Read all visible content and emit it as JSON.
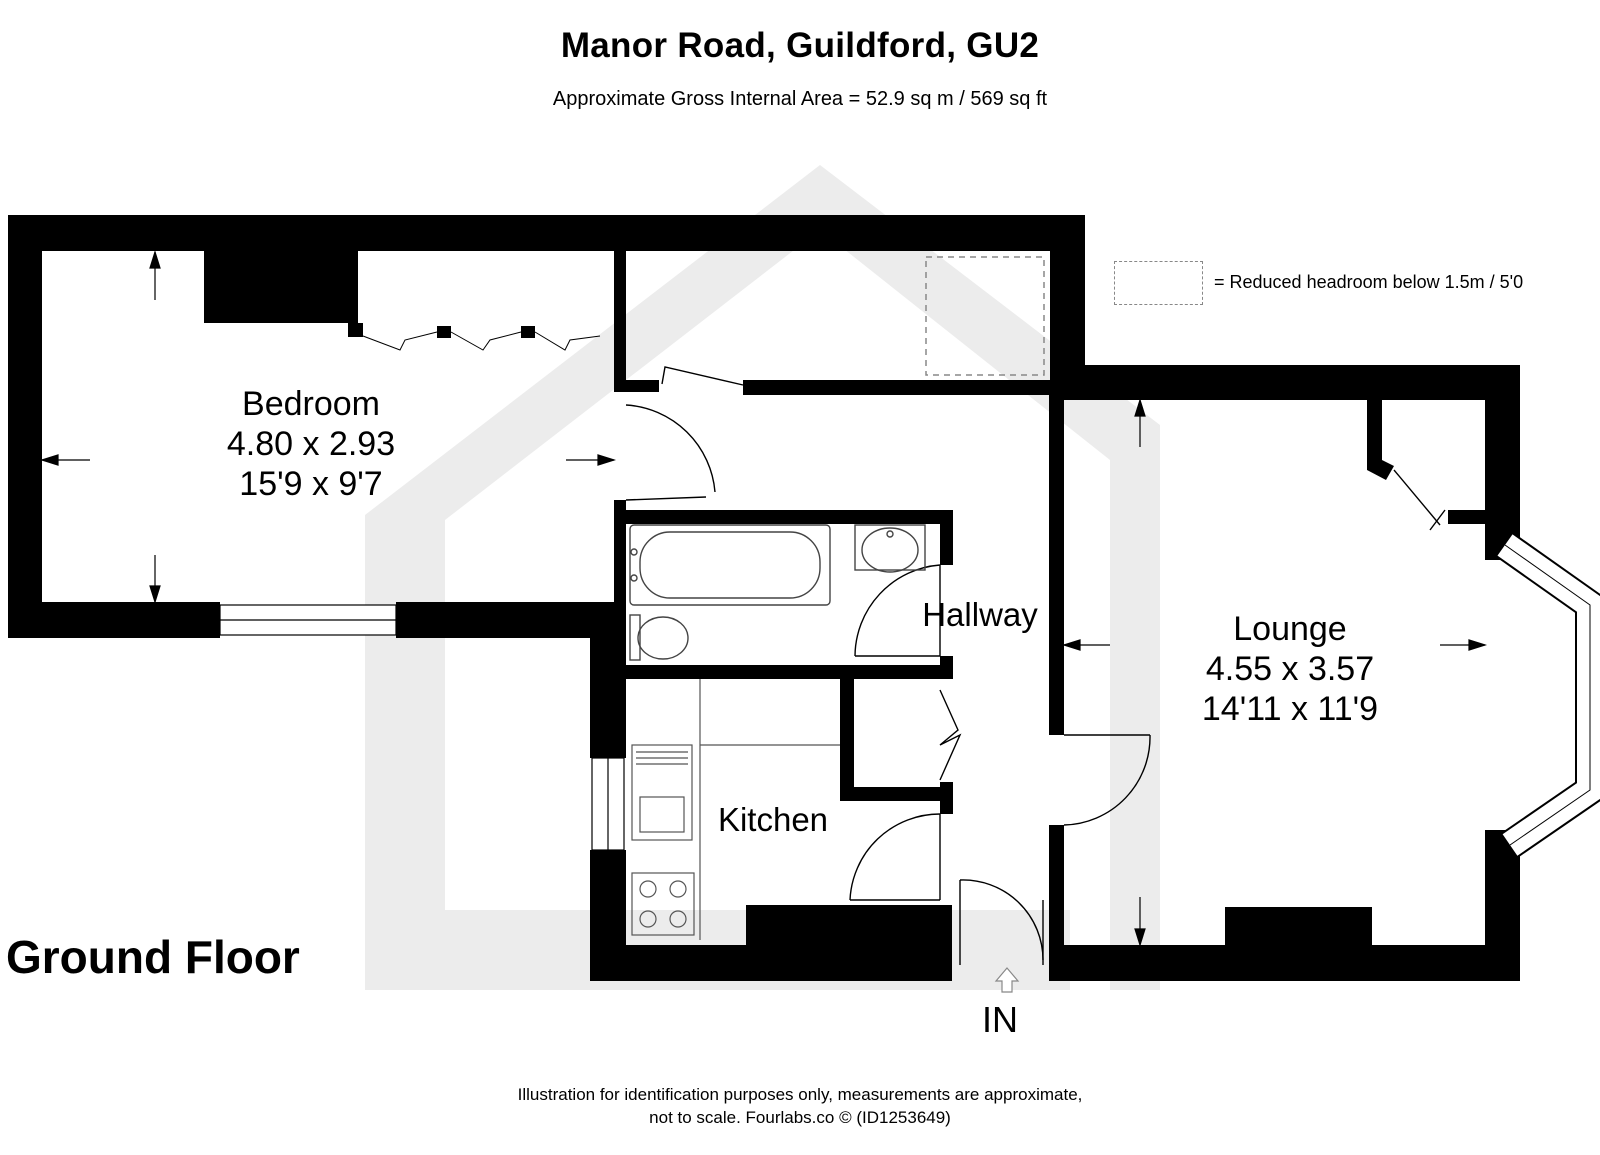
{
  "header": {
    "title": "Manor Road, Guildford, GU2",
    "subtitle": "Approximate Gross Internal Area = 52.9 sq m / 569 sq ft"
  },
  "legend": {
    "text": "= Reduced headroom below 1.5m / 5'0"
  },
  "floor_label": "Ground Floor",
  "entrance_label": "IN",
  "rooms": {
    "bedroom": {
      "name": "Bedroom",
      "metric": "4.80 x 2.93",
      "imperial": "15'9 x 9'7"
    },
    "hallway": {
      "name": "Hallway"
    },
    "lounge": {
      "name": "Lounge",
      "metric": "4.55 x 3.57",
      "imperial": "14'11 x 11'9"
    },
    "kitchen": {
      "name": "Kitchen"
    }
  },
  "footer": {
    "line1": "Illustration for identification purposes only, measurements are approximate,",
    "line2": "not to scale. Fourlabs.co © (ID1253649)"
  },
  "colors": {
    "wall": "#000000",
    "watermark": "#ececec",
    "fixture_line": "#555555"
  }
}
